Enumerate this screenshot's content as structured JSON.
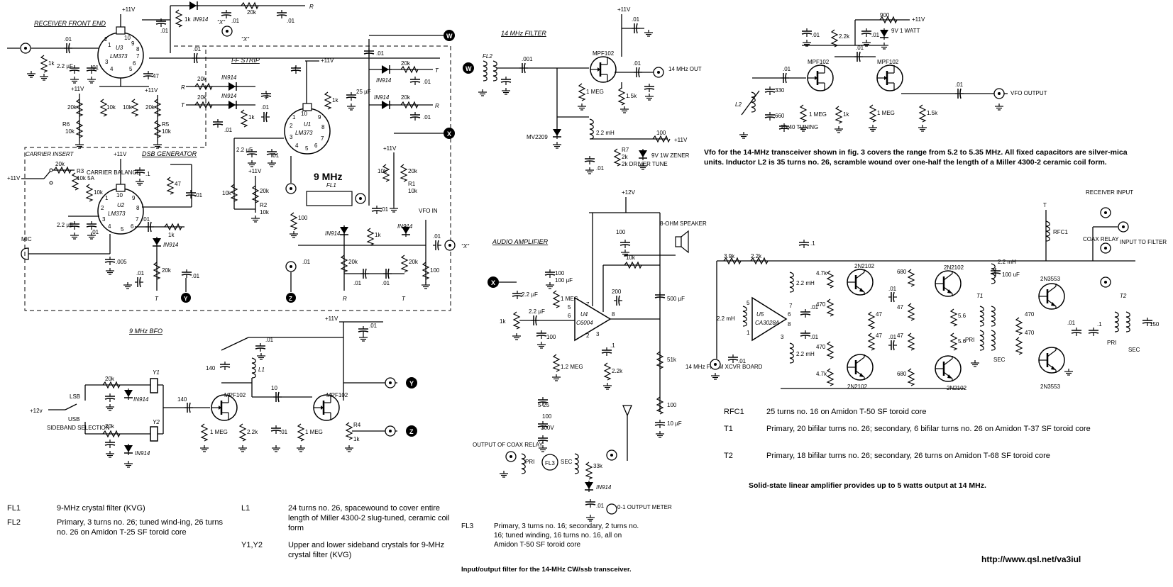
{
  "sections": {
    "receiver_front_end": "RECEIVER FRONT END",
    "if_strip": "I-F STRIP",
    "dsb_generator": "DSB GENERATOR",
    "bfo": "9 MHz BFO",
    "filter_14": "14 MHz FILTER",
    "audio_amp": "AUDIO AMPLIFIER"
  },
  "connectors": {
    "W": "W",
    "X": "X",
    "Y": "Y",
    "Z": "Z",
    "R": "R",
    "T": "T",
    "X_quote": "\"X\""
  },
  "parts": {
    "u3": "U3",
    "u3_ic": "LM373",
    "u1": "U1",
    "u1_ic": "LM373",
    "u2": "U2",
    "u2_ic": "LM373",
    "u4": "U4",
    "u4_ic": "C6004",
    "u5": "U5",
    "u5_ic": "CA3028A",
    "mpf102": "MPF102",
    "in914": "IN914",
    "mv2209": "MV2209",
    "q_2n2102": "2N2102",
    "q_2n3553": "2N3553",
    "nine_mhz": "9 MHz",
    "fl1": "FL1",
    "fl2": "FL2",
    "fl3": "FL3",
    "l1": "L1",
    "l2": "L2",
    "t1": "T1",
    "t2": "T2",
    "rfc1": "RFC1",
    "y1": "Y1",
    "y2": "Y2",
    "r1": "R1",
    "r2": "R2",
    "r3": "R3",
    "r4": "R4",
    "r5": "R5",
    "r6": "R6",
    "r7": "R7",
    "carrier_insert": "CARRIER INSERT",
    "carrier_balance": "CARRIER BALANCE",
    "mic": "MIC",
    "lsb": "LSB",
    "usb": "USB",
    "sideband_selection": "SIDEBAND SELECTION",
    "vfo_in": "VFO IN",
    "fourteen_out": "14 MHz OUT",
    "r7_desc": "2k DRIVER TUNE",
    "zener": "9V 1W ZENER",
    "speaker": "8-OHM SPEAKER",
    "output_meter": "0-1 OUTPUT METER",
    "output_of_coax_relay": "OUTPUT OF COAX RELAY",
    "pri": "PRI",
    "sec": "SEC",
    "vfo_output": "VFO OUTPUT",
    "tuning": "20-40 TUNING",
    "zener_1w": "9V 1 WATT",
    "receiver_input": "RECEIVER INPUT",
    "coax_relay": "COAX RELAY",
    "input_to_filter": "INPUT TO FILTER",
    "from_xcvr": "14 MHz FROM XCVR BOARD"
  },
  "values": {
    "plus11v": "+11V",
    "plus12v": "+12V",
    "plus12v_lc": "+12v",
    "c01": ".01",
    "c001": ".001",
    "c1": ".1",
    "c005": ".005",
    "r1k": "1k",
    "r10k": "10k",
    "r20k": "20k",
    "r100": "100",
    "r1meg": "1 MEG",
    "r15k": "1.5k",
    "r22k": "2.2k",
    "r33k": "33k",
    "r51k": "51k",
    "r12meg": "1.2 MEG",
    "r39k": "3.9k",
    "r47k": "4.7k",
    "r470": "470",
    "r680": "680",
    "r56": "5.6",
    "r47": "47",
    "r900": "900",
    "r140": "140",
    "r10": "10",
    "r200": "200",
    "r150": "150",
    "c22uf": "2.2 µF",
    "c25uf": "25 µF",
    "c100uf": "100 µF",
    "c500uf": "500 µF",
    "c10uf": "10 µF",
    "c100uf_lc": "100 uF",
    "c25": "5-25",
    "c300v": "300V",
    "c330": "330",
    "c660": "660",
    "l22mh": "2.2 mH",
    "r10k_5a": "10k 5A",
    "r2k": "2k"
  },
  "notes_left": [
    {
      "ref": "FL1",
      "text": "9-MHz crystal filter (KVG)"
    },
    {
      "ref": "FL2",
      "text": "Primary, 3 turns no. 26; tuned wind-ing, 26 turns no. 26 on Amidon T-25 SF toroid core"
    }
  ],
  "notes_mid": [
    {
      "ref": "L1",
      "text": "24 turns no. 26, spacewound to cover entire length of Miller 4300-2 slug-tuned, ceramic coil form"
    },
    {
      "ref": "Y1,Y2",
      "text": "Upper and lower sideband crystals for 9-MHz crystal filter (KVG)"
    }
  ],
  "notes_fl3": {
    "ref": "FL3",
    "text": "Primary, 3 turns no. 16; secondary, 2 turns no. 16; tuned winding, 16 turns no. 16, all on Amidon T-50 SF toroid core"
  },
  "caption_filter": "Input/output filter for the 14-MHz CW/ssb transceiver.",
  "caption_vfo": "Vfo for the 14-MHz transceiver shown in fig. 3 covers the range from 5.2 to 5.35 MHz. All fixed capacitors are silver-mica units. Inductor L2 is 35 turns no. 26, scramble wound over one-half the length of a Miller 4300-2 ceramic coil form.",
  "notes_right": [
    {
      "ref": "RFC1",
      "text": "25 turns no. 16 on Amidon T-50 SF toroid core"
    },
    {
      "ref": "T1",
      "text": "Primary, 20 bifilar turns no. 26; secondary, 6 bifilar turns no. 26 on Amidon T-37 SF toroid core"
    },
    {
      "ref": "T2",
      "text": "Primary, 18 bifilar turns no. 26; secondary, 26 turns on Amidon T-68 SF toroid core"
    }
  ],
  "caption_linear": "Solid-state linear amplifier provides up to 5 watts output at 14 MHz.",
  "url": "http://www.qsl.net/va3iul"
}
